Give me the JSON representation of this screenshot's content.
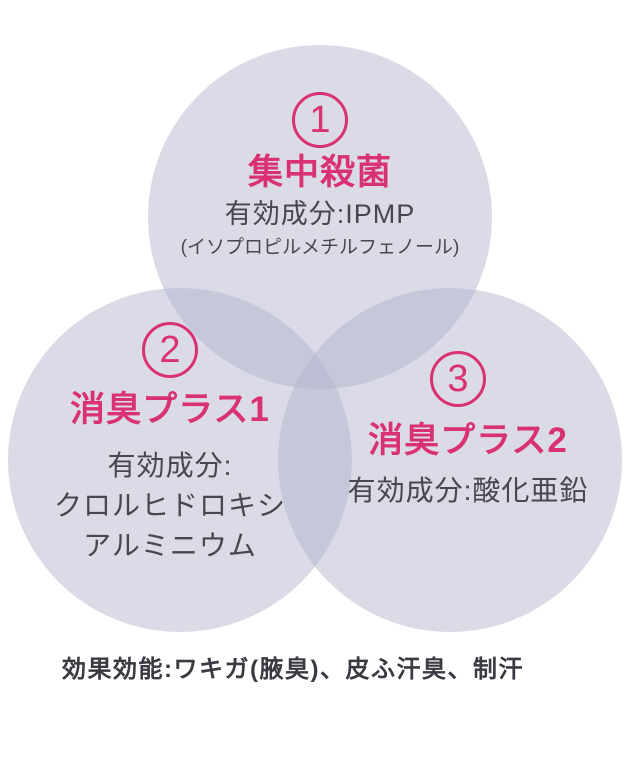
{
  "theme": {
    "accent": "#d93174",
    "ink_dark": "#3a3a42",
    "ink_body": "#47474f",
    "circle_fill": "rgba(177,176,202,0.46)",
    "bg": "#ffffff"
  },
  "circles": [
    {
      "id": "focused-sterilization",
      "number": "1",
      "title": "集中殺菌",
      "lines": [
        "有効成分:IPMP",
        "(イソプロピルメチルフェノール)"
      ]
    },
    {
      "id": "deodorant-plus-1",
      "number": "2",
      "title": "消臭プラス1",
      "lines": [
        "有効成分:",
        "クロルヒドロキシ",
        "アルミニウム"
      ]
    },
    {
      "id": "deodorant-plus-2",
      "number": "3",
      "title": "消臭プラス2",
      "lines": [
        "有効成分:酸化亜鉛"
      ]
    }
  ],
  "caption": {
    "text": "効果効能:ワキガ(腋臭)、皮ふ汗臭、制汗"
  }
}
